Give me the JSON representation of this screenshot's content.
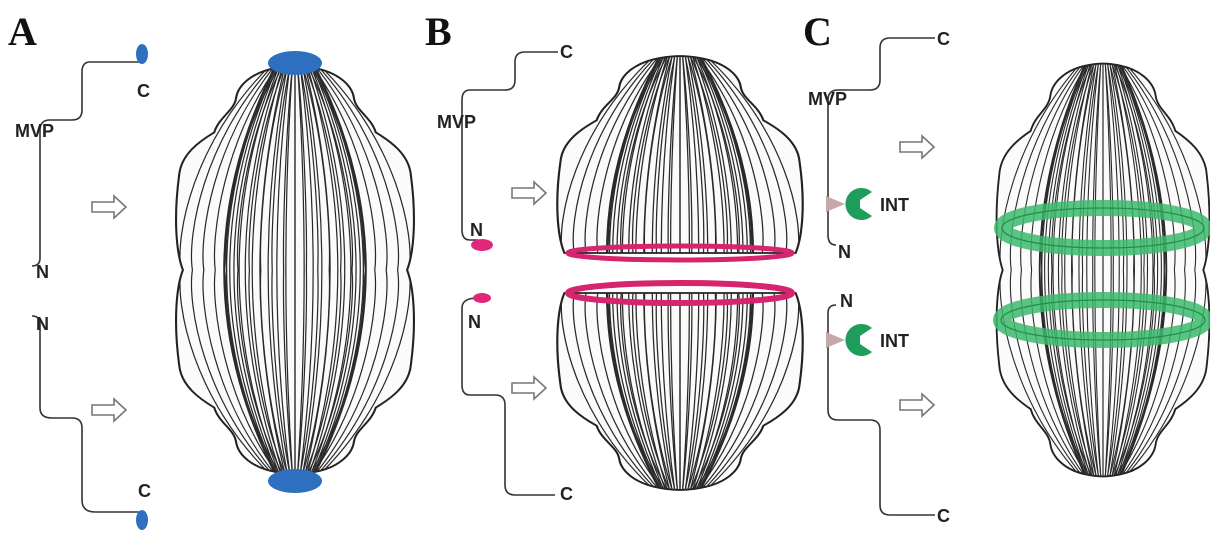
{
  "panels": [
    {
      "letter": "A",
      "labels": {
        "mvp": "MVP",
        "c_top": "C",
        "n_top": "N",
        "n_bottom": "N",
        "c_bottom": "C"
      },
      "colors": {
        "c_terminal": "#2f6fc0"
      }
    },
    {
      "letter": "B",
      "labels": {
        "mvp": "MVP",
        "c_top": "C",
        "n_top": "N",
        "n_bottom": "N",
        "c_bottom": "C"
      },
      "colors": {
        "n_terminal": "#e0287a",
        "ring": "#d6246f"
      }
    },
    {
      "letter": "C",
      "labels": {
        "mvp": "MVP",
        "c_top": "C",
        "n_top": "N",
        "n_bottom": "N",
        "c_bottom": "C",
        "int_top": "INT",
        "int_bottom": "INT"
      },
      "colors": {
        "int": "#1e9e5a",
        "ring": "#3cba6c",
        "wedge": "#c8a7a7"
      }
    }
  ],
  "colors": {
    "arrow_stroke": "#777777",
    "rib_stroke": "#2a2a2a"
  }
}
